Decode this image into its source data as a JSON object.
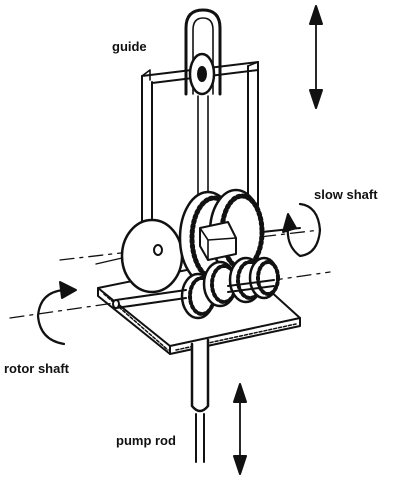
{
  "labels": {
    "guide": "guide",
    "slow_shaft": "slow shaft",
    "rotor_shaft": "rotor shaft",
    "pump_rod": "pump rod"
  },
  "colors": {
    "ink": "#111111",
    "paper": "#ffffff"
  }
}
